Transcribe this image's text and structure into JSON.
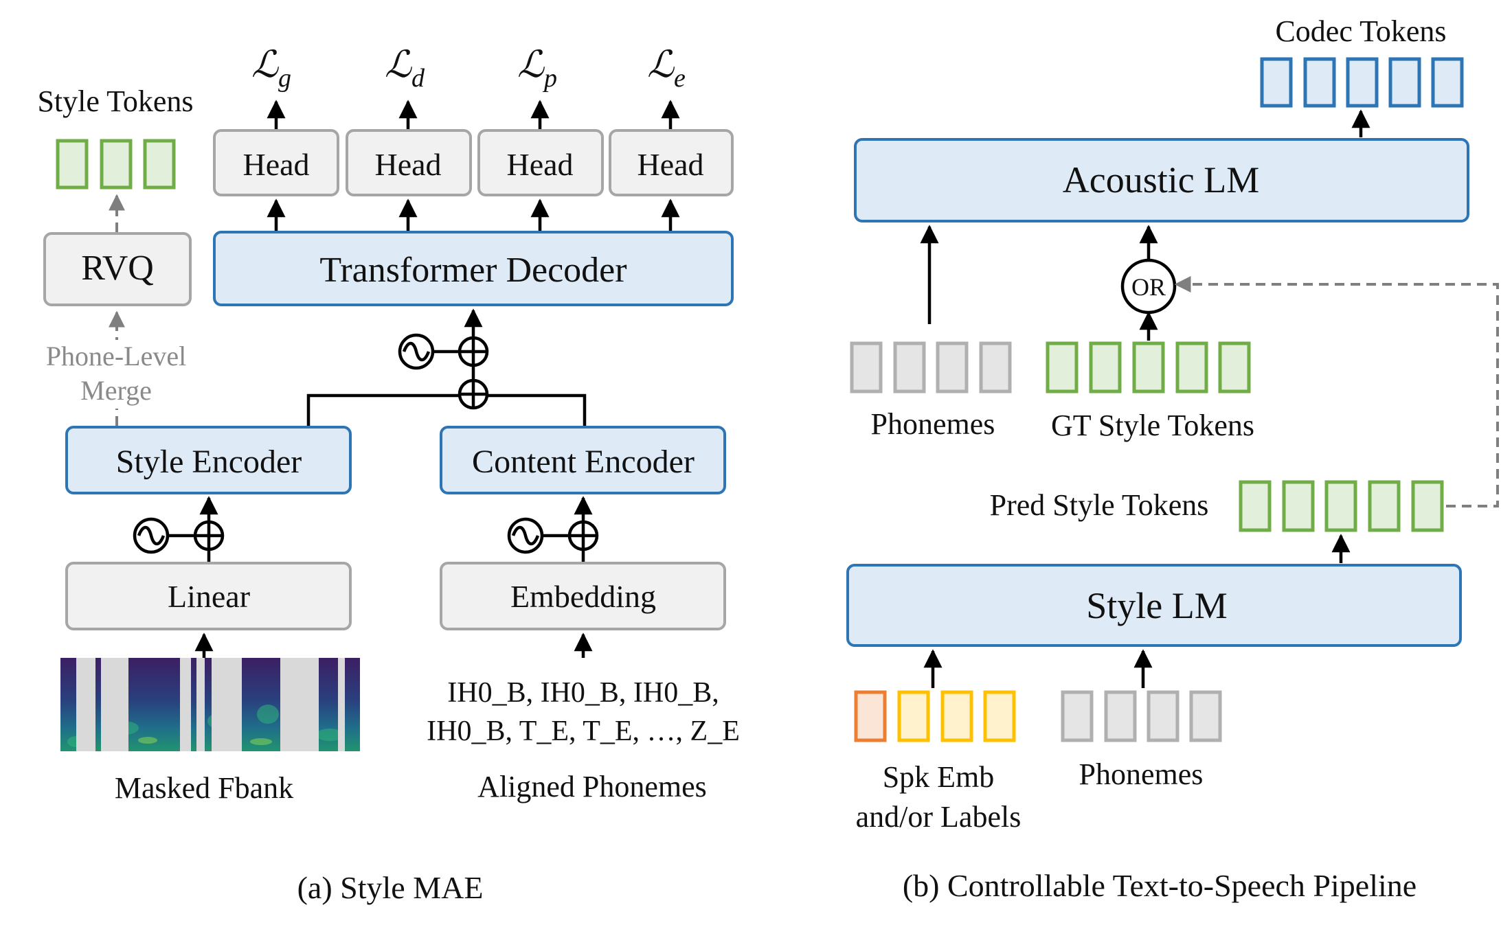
{
  "panel_a": {
    "caption": "(a) Style MAE",
    "style_tokens_label": "Style Tokens",
    "rvq": "RVQ",
    "phone_merge_line1": "Phone-Level",
    "phone_merge_line2": "Merge",
    "losses": [
      "g",
      "d",
      "p",
      "e"
    ],
    "loss_symbol": "ℒ",
    "head": "Head",
    "transformer_decoder": "Transformer Decoder",
    "style_encoder": "Style Encoder",
    "content_encoder": "Content Encoder",
    "linear": "Linear",
    "embedding": "Embedding",
    "phoneme_seq_line1": "IH0_B, IH0_B, IH0_B,",
    "phoneme_seq_line2": "IH0_B, T_E, T_E, …, Z_E",
    "masked_fbank": "Masked Fbank",
    "aligned_phonemes": "Aligned Phonemes"
  },
  "panel_b": {
    "caption": "(b) Controllable Text-to-Speech Pipeline",
    "codec_tokens": "Codec Tokens",
    "acoustic_lm": "Acoustic LM",
    "or": "OR",
    "phonemes_top": "Phonemes",
    "gt_style_tokens": "GT Style Tokens",
    "pred_style_tokens": "Pred Style Tokens",
    "style_lm": "Style LM",
    "spk_emb_line1": "Spk Emb",
    "spk_emb_line2": "and/or Labels",
    "phonemes_bottom": "Phonemes"
  },
  "colors": {
    "blue_fill": "#deeaf6",
    "blue_stroke": "#2e75b6",
    "gray_fill": "#f1f1f1",
    "gray_stroke": "#a6a6a6",
    "green_stroke": "#70ad47",
    "orange_stroke": "#ed7d31",
    "yellow_stroke": "#ffc000"
  },
  "icons": [
    "sinusoid-positional-encoding-icon",
    "sum-circle-plus-icon",
    "arrow-up-icon",
    "spectrogram-image"
  ]
}
